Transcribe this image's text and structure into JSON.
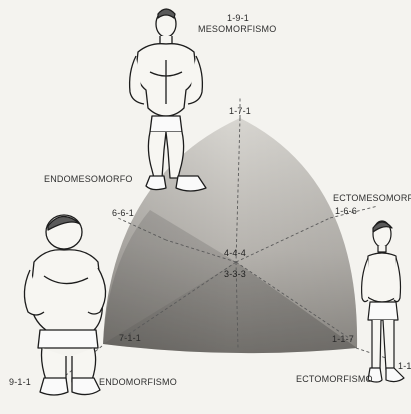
{
  "figure": {
    "vertices": {
      "top": {
        "code": "1-7-1",
        "extreme_code": "1-9-1",
        "name": "MESOMORFISMO"
      },
      "left": {
        "code": "7-1-1",
        "extreme_code": "9-1-1",
        "name": "ENDOMORFISMO"
      },
      "right": {
        "code": "1-1-7",
        "extreme_code": "1-1",
        "name": "ECTOMORFISMO"
      }
    },
    "edges": {
      "left": {
        "code": "6-6-1",
        "name": "ENDOMESOMORFO"
      },
      "right": {
        "code": "1-6-6",
        "name": "ECTOMESOMORF"
      }
    },
    "center": {
      "upper": "4-4-4",
      "lower": "3-3-3"
    },
    "colors": {
      "triangle_light": "#cfcdc8",
      "triangle_dark": "#8e8b86",
      "dashes": "#5a5a5a",
      "figure_line": "#1c1c1c",
      "figure_fill": "#f7f6f2"
    },
    "icons": [
      "mesomorph-figure-icon",
      "endomorph-figure-icon",
      "ectomorph-figure-icon"
    ]
  }
}
